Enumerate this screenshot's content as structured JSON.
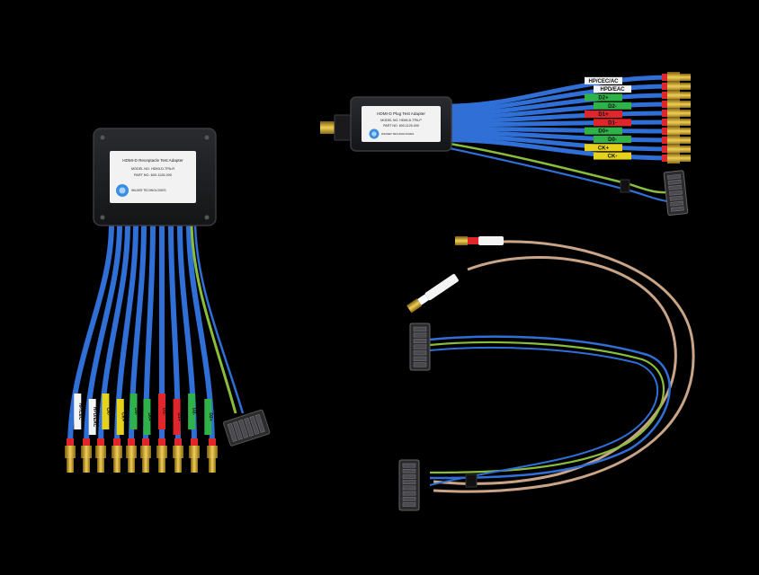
{
  "colors": {
    "background": "#000000",
    "cable_blue": "#2f6fd6",
    "box_body": "#1d1e21",
    "label_face": "#f2f2f2",
    "gold": "#c9a227",
    "tag_red": "#e0262b",
    "tag_green": "#2fb24a",
    "tag_yellow": "#e6d21c",
    "tag_white": "#f4f4f4",
    "coax_tan": "#c9a487",
    "ground_green": "#8bbd3c"
  },
  "left_adapter": {
    "title": "HDMI-D Receptacle Test Adapter",
    "model": "MODEL NO. HDMI-D-TPA-R",
    "part": "PART NO. 600-1126-000",
    "brand": "WILDER TECHNOLOGIES",
    "tags": [
      "HP/CEC",
      "HPD/EAC",
      "CK-",
      "CK+",
      "D0-",
      "D0+",
      "D1-",
      "D1+",
      "D2-",
      "D2+"
    ]
  },
  "right_adapter": {
    "title": "HDMI-D Plug Test Adapter",
    "model": "MODEL NO. HDMI-D-TPA-P",
    "part": "PART NO. 600-1125-000",
    "brand": "WILDER TECHNOLOGIES",
    "tags": [
      "HP/CEC/AC",
      "HPD/EAC",
      "D2+",
      "D2-",
      "D1+",
      "D1-",
      "D0+",
      "D0-",
      "CK+",
      "CK-"
    ]
  },
  "icons": [
    "wilder-logo-icon",
    "header-connector-icon",
    "sma-connector-icon"
  ]
}
